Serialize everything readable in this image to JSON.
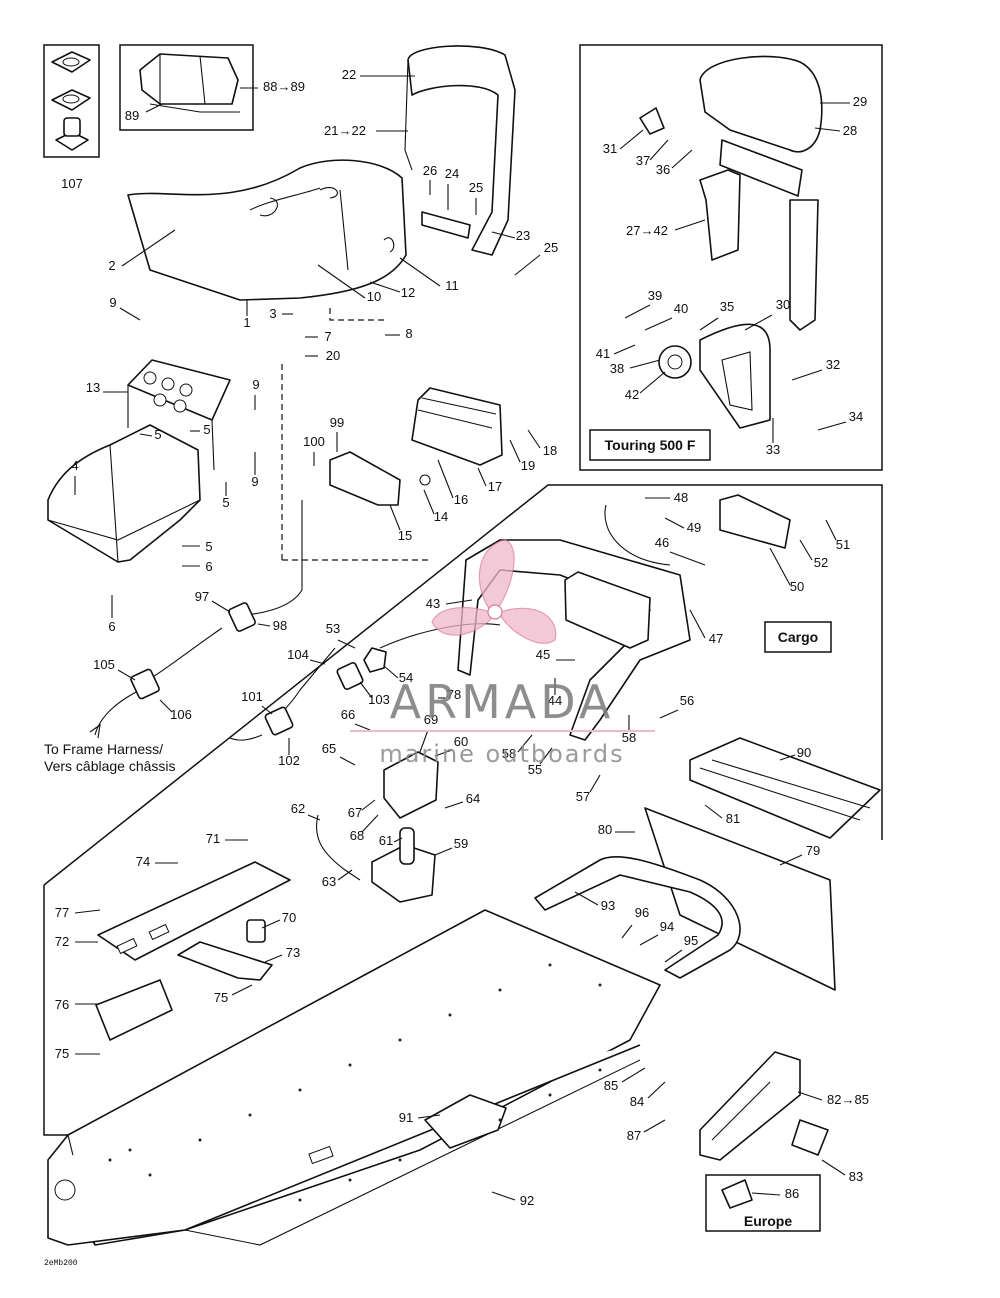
{
  "diagram": {
    "callouts": [
      {
        "id": "c107",
        "text": "107"
      },
      {
        "id": "c8889",
        "text": "88→89"
      },
      {
        "id": "c89",
        "text": "89"
      },
      {
        "id": "c22",
        "text": "22"
      },
      {
        "id": "c2122",
        "text": "21→22"
      },
      {
        "id": "c26",
        "text": "26"
      },
      {
        "id": "c24",
        "text": "24"
      },
      {
        "id": "c25a",
        "text": "25"
      },
      {
        "id": "c23",
        "text": "23"
      },
      {
        "id": "c25b",
        "text": "25"
      },
      {
        "id": "c2",
        "text": "2"
      },
      {
        "id": "c10",
        "text": "10"
      },
      {
        "id": "c12",
        "text": "12"
      },
      {
        "id": "c11",
        "text": "11"
      },
      {
        "id": "c1",
        "text": "1"
      },
      {
        "id": "c9a",
        "text": "9"
      },
      {
        "id": "c3",
        "text": "3"
      },
      {
        "id": "c7",
        "text": "7"
      },
      {
        "id": "c20",
        "text": "20"
      },
      {
        "id": "c8",
        "text": "8"
      },
      {
        "id": "c13",
        "text": "13"
      },
      {
        "id": "c9b",
        "text": "9"
      },
      {
        "id": "c5a",
        "text": "5"
      },
      {
        "id": "c4",
        "text": "4"
      },
      {
        "id": "c5b",
        "text": "5"
      },
      {
        "id": "c9c",
        "text": "9"
      },
      {
        "id": "c5c",
        "text": "5"
      },
      {
        "id": "c6a",
        "text": "6"
      },
      {
        "id": "c5d",
        "text": "5"
      },
      {
        "id": "c6b",
        "text": "6"
      },
      {
        "id": "c99",
        "text": "99"
      },
      {
        "id": "c100",
        "text": "100"
      },
      {
        "id": "c18",
        "text": "18"
      },
      {
        "id": "c19",
        "text": "19"
      },
      {
        "id": "c16",
        "text": "16"
      },
      {
        "id": "c17",
        "text": "17"
      },
      {
        "id": "c14",
        "text": "14"
      },
      {
        "id": "c15",
        "text": "15"
      },
      {
        "id": "c29",
        "text": "29"
      },
      {
        "id": "c28",
        "text": "28"
      },
      {
        "id": "c31",
        "text": "31"
      },
      {
        "id": "c37",
        "text": "37"
      },
      {
        "id": "c36",
        "text": "36"
      },
      {
        "id": "c2742",
        "text": "27→42"
      },
      {
        "id": "c39",
        "text": "39"
      },
      {
        "id": "c40",
        "text": "40"
      },
      {
        "id": "c35",
        "text": "35"
      },
      {
        "id": "c30",
        "text": "30"
      },
      {
        "id": "c41",
        "text": "41"
      },
      {
        "id": "c38",
        "text": "38"
      },
      {
        "id": "c32",
        "text": "32"
      },
      {
        "id": "c42",
        "text": "42"
      },
      {
        "id": "c33",
        "text": "33"
      },
      {
        "id": "c34",
        "text": "34"
      },
      {
        "id": "c48",
        "text": "48"
      },
      {
        "id": "c49",
        "text": "49"
      },
      {
        "id": "c51",
        "text": "51"
      },
      {
        "id": "c46",
        "text": "46"
      },
      {
        "id": "c52",
        "text": "52"
      },
      {
        "id": "c50",
        "text": "50"
      },
      {
        "id": "c43",
        "text": "43"
      },
      {
        "id": "c47",
        "text": "47"
      },
      {
        "id": "c97",
        "text": "97"
      },
      {
        "id": "c98",
        "text": "98"
      },
      {
        "id": "c53",
        "text": "53"
      },
      {
        "id": "c104",
        "text": "104"
      },
      {
        "id": "c54",
        "text": "54"
      },
      {
        "id": "c45",
        "text": "45"
      },
      {
        "id": "c105",
        "text": "105"
      },
      {
        "id": "c78",
        "text": "78"
      },
      {
        "id": "c103",
        "text": "103"
      },
      {
        "id": "c44",
        "text": "44"
      },
      {
        "id": "c56",
        "text": "56"
      },
      {
        "id": "c101",
        "text": "101"
      },
      {
        "id": "c106",
        "text": "106"
      },
      {
        "id": "c66",
        "text": "66"
      },
      {
        "id": "c69",
        "text": "69"
      },
      {
        "id": "c58a",
        "text": "58"
      },
      {
        "id": "c58b",
        "text": "58"
      },
      {
        "id": "c60",
        "text": "60"
      },
      {
        "id": "c102",
        "text": "102"
      },
      {
        "id": "c65",
        "text": "65"
      },
      {
        "id": "c55",
        "text": "55"
      },
      {
        "id": "c57",
        "text": "57"
      },
      {
        "id": "c90",
        "text": "90"
      },
      {
        "id": "c62",
        "text": "62"
      },
      {
        "id": "c67",
        "text": "67"
      },
      {
        "id": "c64",
        "text": "64"
      },
      {
        "id": "c68",
        "text": "68"
      },
      {
        "id": "c81",
        "text": "81"
      },
      {
        "id": "c80",
        "text": "80"
      },
      {
        "id": "c61",
        "text": "61"
      },
      {
        "id": "c59",
        "text": "59"
      },
      {
        "id": "c79",
        "text": "79"
      },
      {
        "id": "c71",
        "text": "71"
      },
      {
        "id": "c63",
        "text": "63"
      },
      {
        "id": "c74",
        "text": "74"
      },
      {
        "id": "c93",
        "text": "93"
      },
      {
        "id": "c77",
        "text": "77"
      },
      {
        "id": "c70",
        "text": "70"
      },
      {
        "id": "c96",
        "text": "96"
      },
      {
        "id": "c94",
        "text": "94"
      },
      {
        "id": "c72",
        "text": "72"
      },
      {
        "id": "c73",
        "text": "73"
      },
      {
        "id": "c95",
        "text": "95"
      },
      {
        "id": "c76",
        "text": "76"
      },
      {
        "id": "c75a",
        "text": "75"
      },
      {
        "id": "c75b",
        "text": "75"
      },
      {
        "id": "c85",
        "text": "85"
      },
      {
        "id": "c8285",
        "text": "82→85"
      },
      {
        "id": "c84",
        "text": "84"
      },
      {
        "id": "c91",
        "text": "91"
      },
      {
        "id": "c87",
        "text": "87"
      },
      {
        "id": "c83",
        "text": "83"
      },
      {
        "id": "c86",
        "text": "86"
      },
      {
        "id": "c92",
        "text": "92"
      }
    ],
    "boxes": {
      "touring": "Touring 500 F",
      "cargo": "Cargo",
      "europe": "Europe"
    },
    "notes": {
      "frame_harness_en": "To Frame Harness/",
      "frame_harness_fr": "Vers câblage châssis"
    },
    "drawing_code": "2eMb200"
  },
  "watermark": {
    "brand": "ARMADA",
    "tagline": "marine outboards",
    "color": "#f0b8cc"
  }
}
